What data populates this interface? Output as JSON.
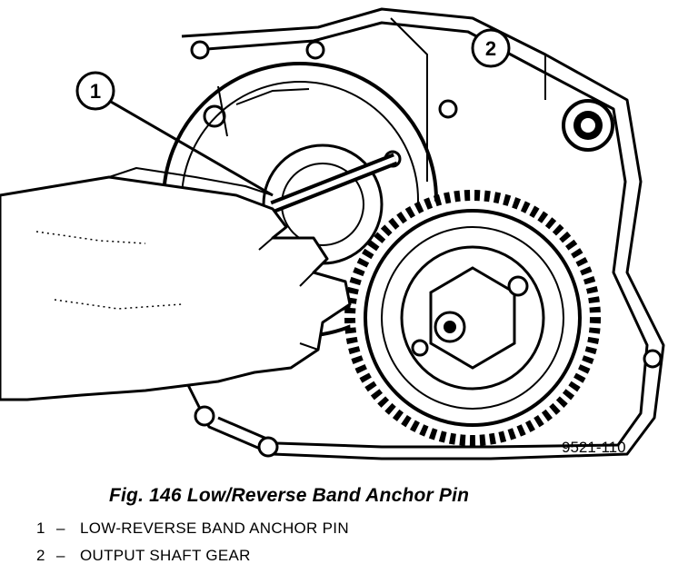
{
  "figure": {
    "callouts": [
      "1",
      "2"
    ],
    "drawing_code": "9521-110",
    "caption": "Fig. 146 Low/Reverse Band Anchor Pin"
  },
  "legend": [
    {
      "num": "1",
      "dash": "–",
      "label": "LOW-REVERSE BAND ANCHOR PIN"
    },
    {
      "num": "2",
      "dash": "–",
      "label": "OUTPUT SHAFT GEAR"
    }
  ]
}
